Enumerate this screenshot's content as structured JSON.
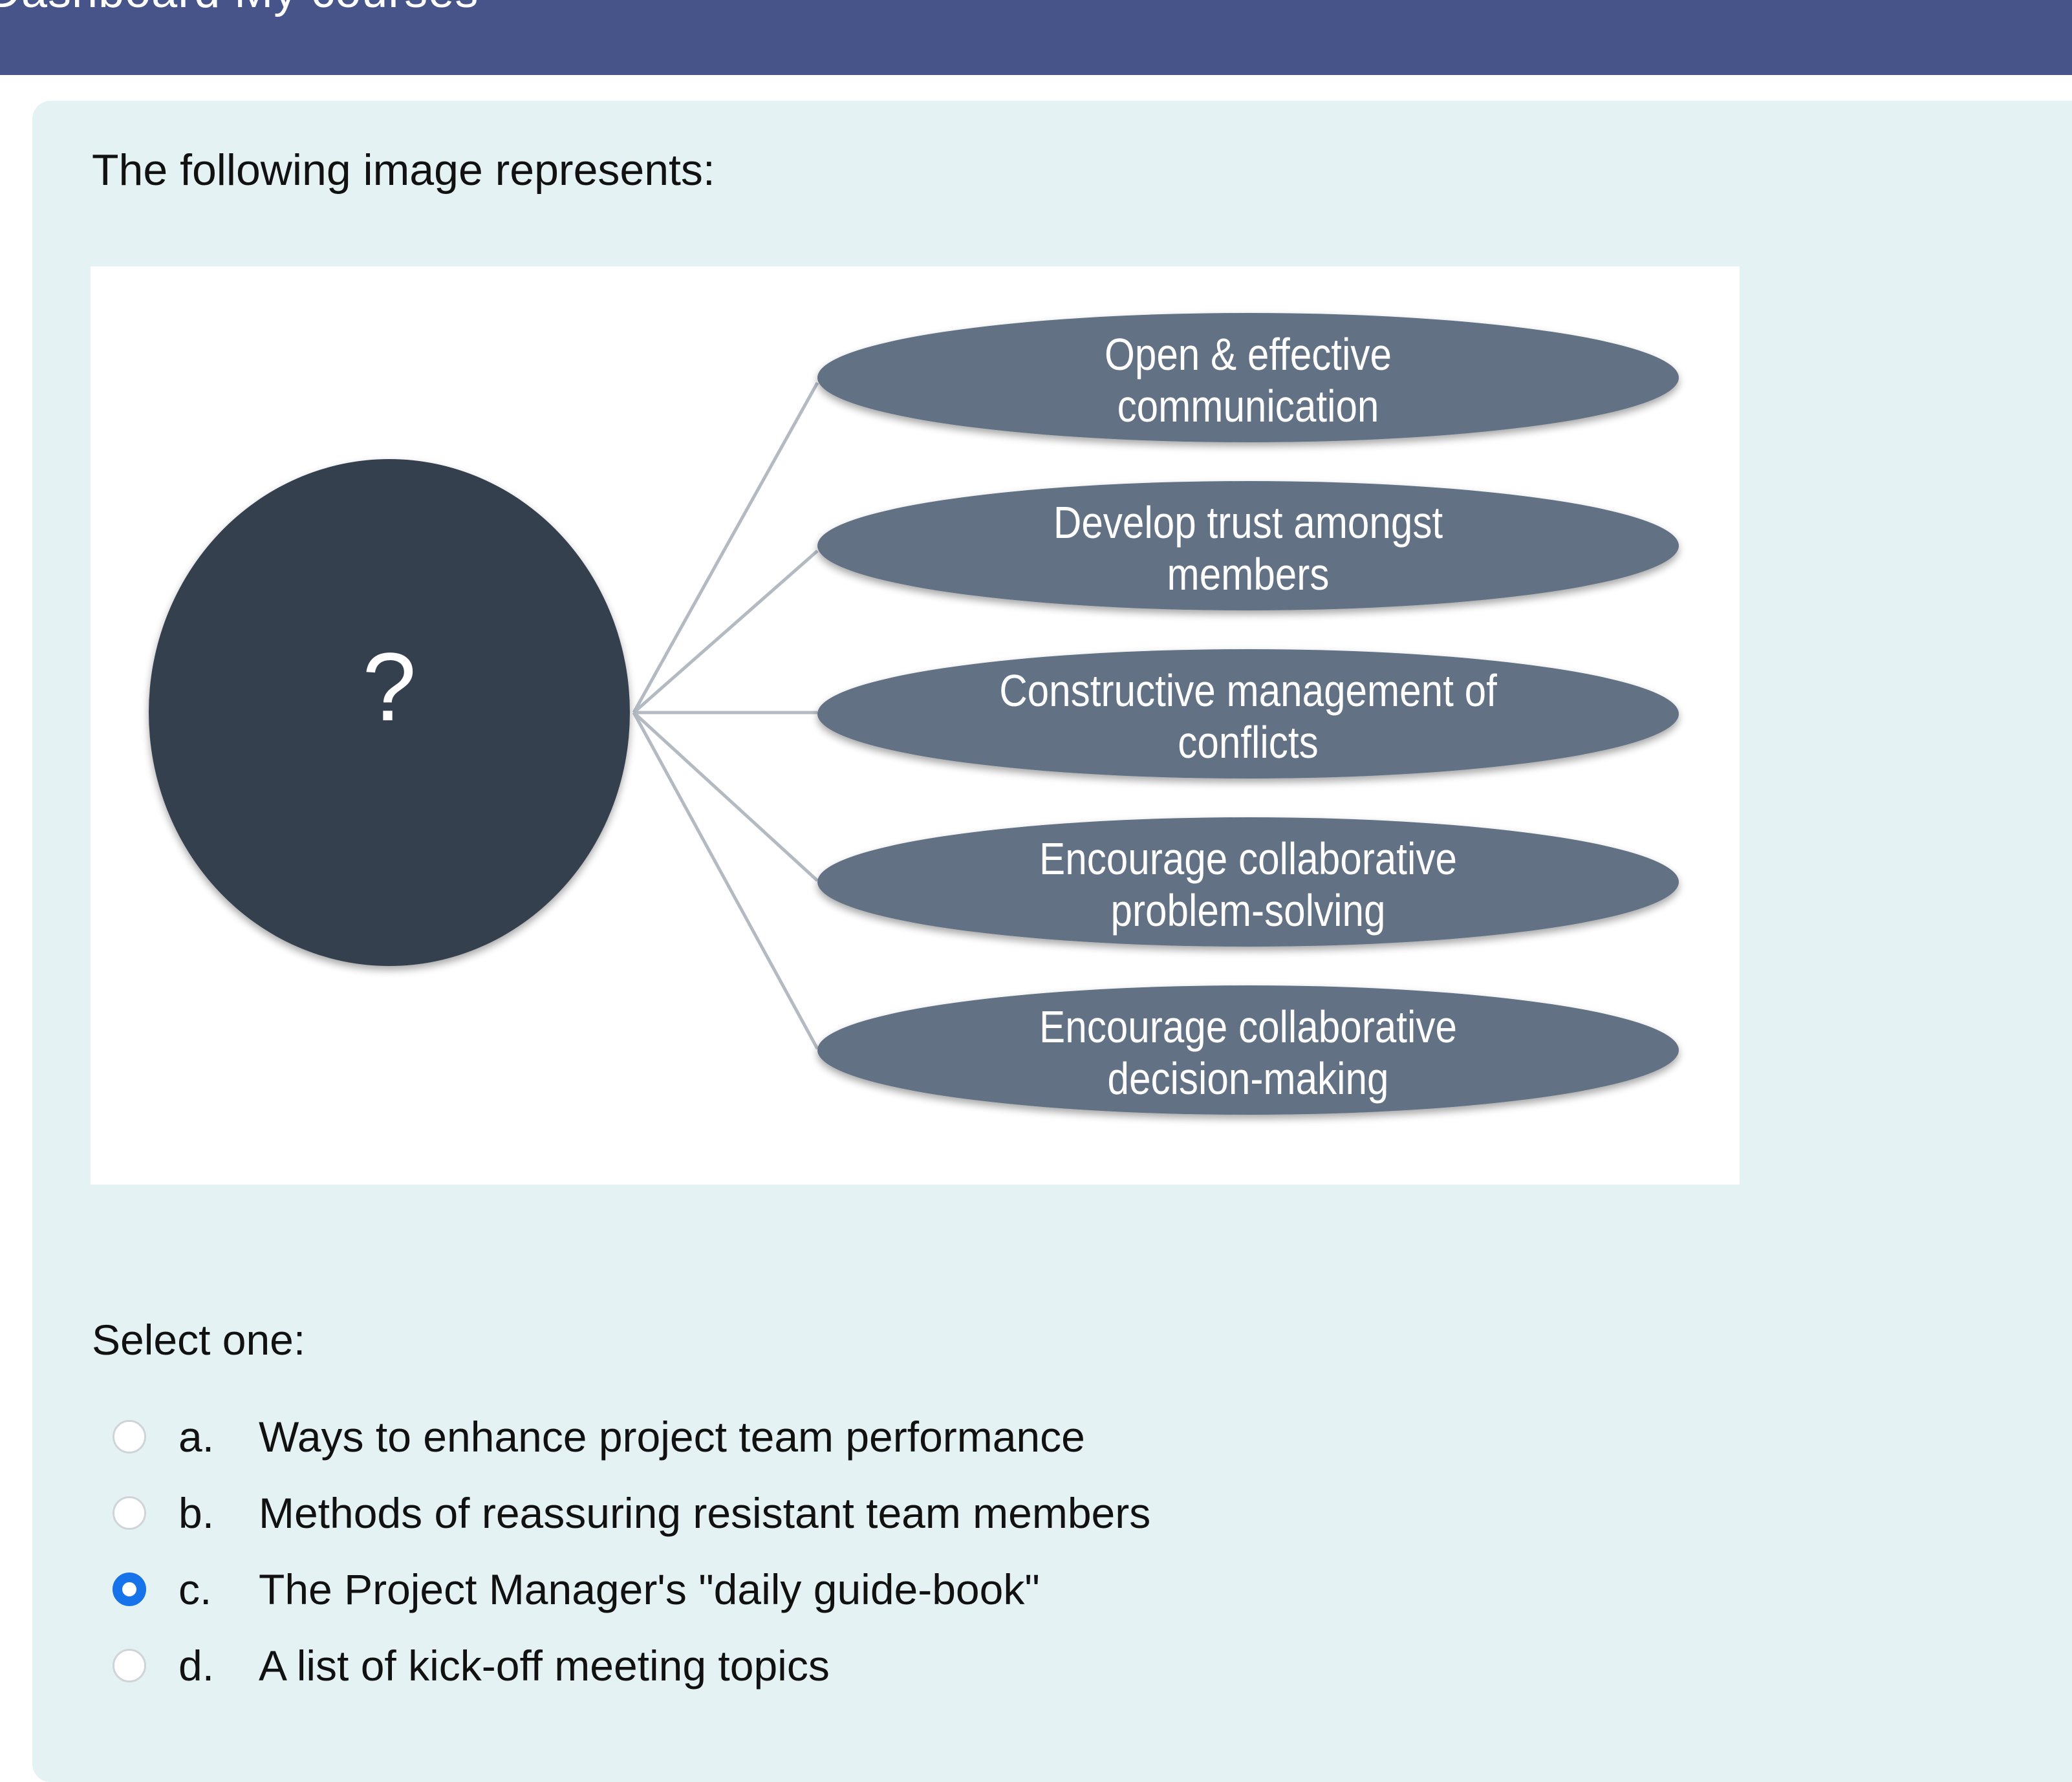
{
  "header": {
    "breadcrumb": "Dashboard  My courses"
  },
  "question": {
    "prompt": "The following image represents:",
    "diagram": {
      "center_label": "?",
      "items": [
        "Open & effective communication",
        "Develop trust amongst members",
        "Constructive management of conflicts",
        "Encourage collaborative problem-solving",
        "Encourage collaborative decision-making"
      ],
      "colors": {
        "center": "#363f4f",
        "oval": "#627184",
        "connector": "#b3bac2"
      }
    },
    "select_label": "Select one:",
    "options": [
      {
        "letter": "a.",
        "text": "Ways to enhance project team performance",
        "selected": false
      },
      {
        "letter": "b.",
        "text": "Methods of reassuring resistant team members",
        "selected": false
      },
      {
        "letter": "c.",
        "text": "The Project Manager's \"daily guide-book\"",
        "selected": true
      },
      {
        "letter": "d.",
        "text": "A list of kick-off meeting topics",
        "selected": false
      }
    ]
  },
  "colors": {
    "topbar": "#46548a",
    "panel": "#e4f2f4",
    "radio_selected": "#1673ea"
  }
}
